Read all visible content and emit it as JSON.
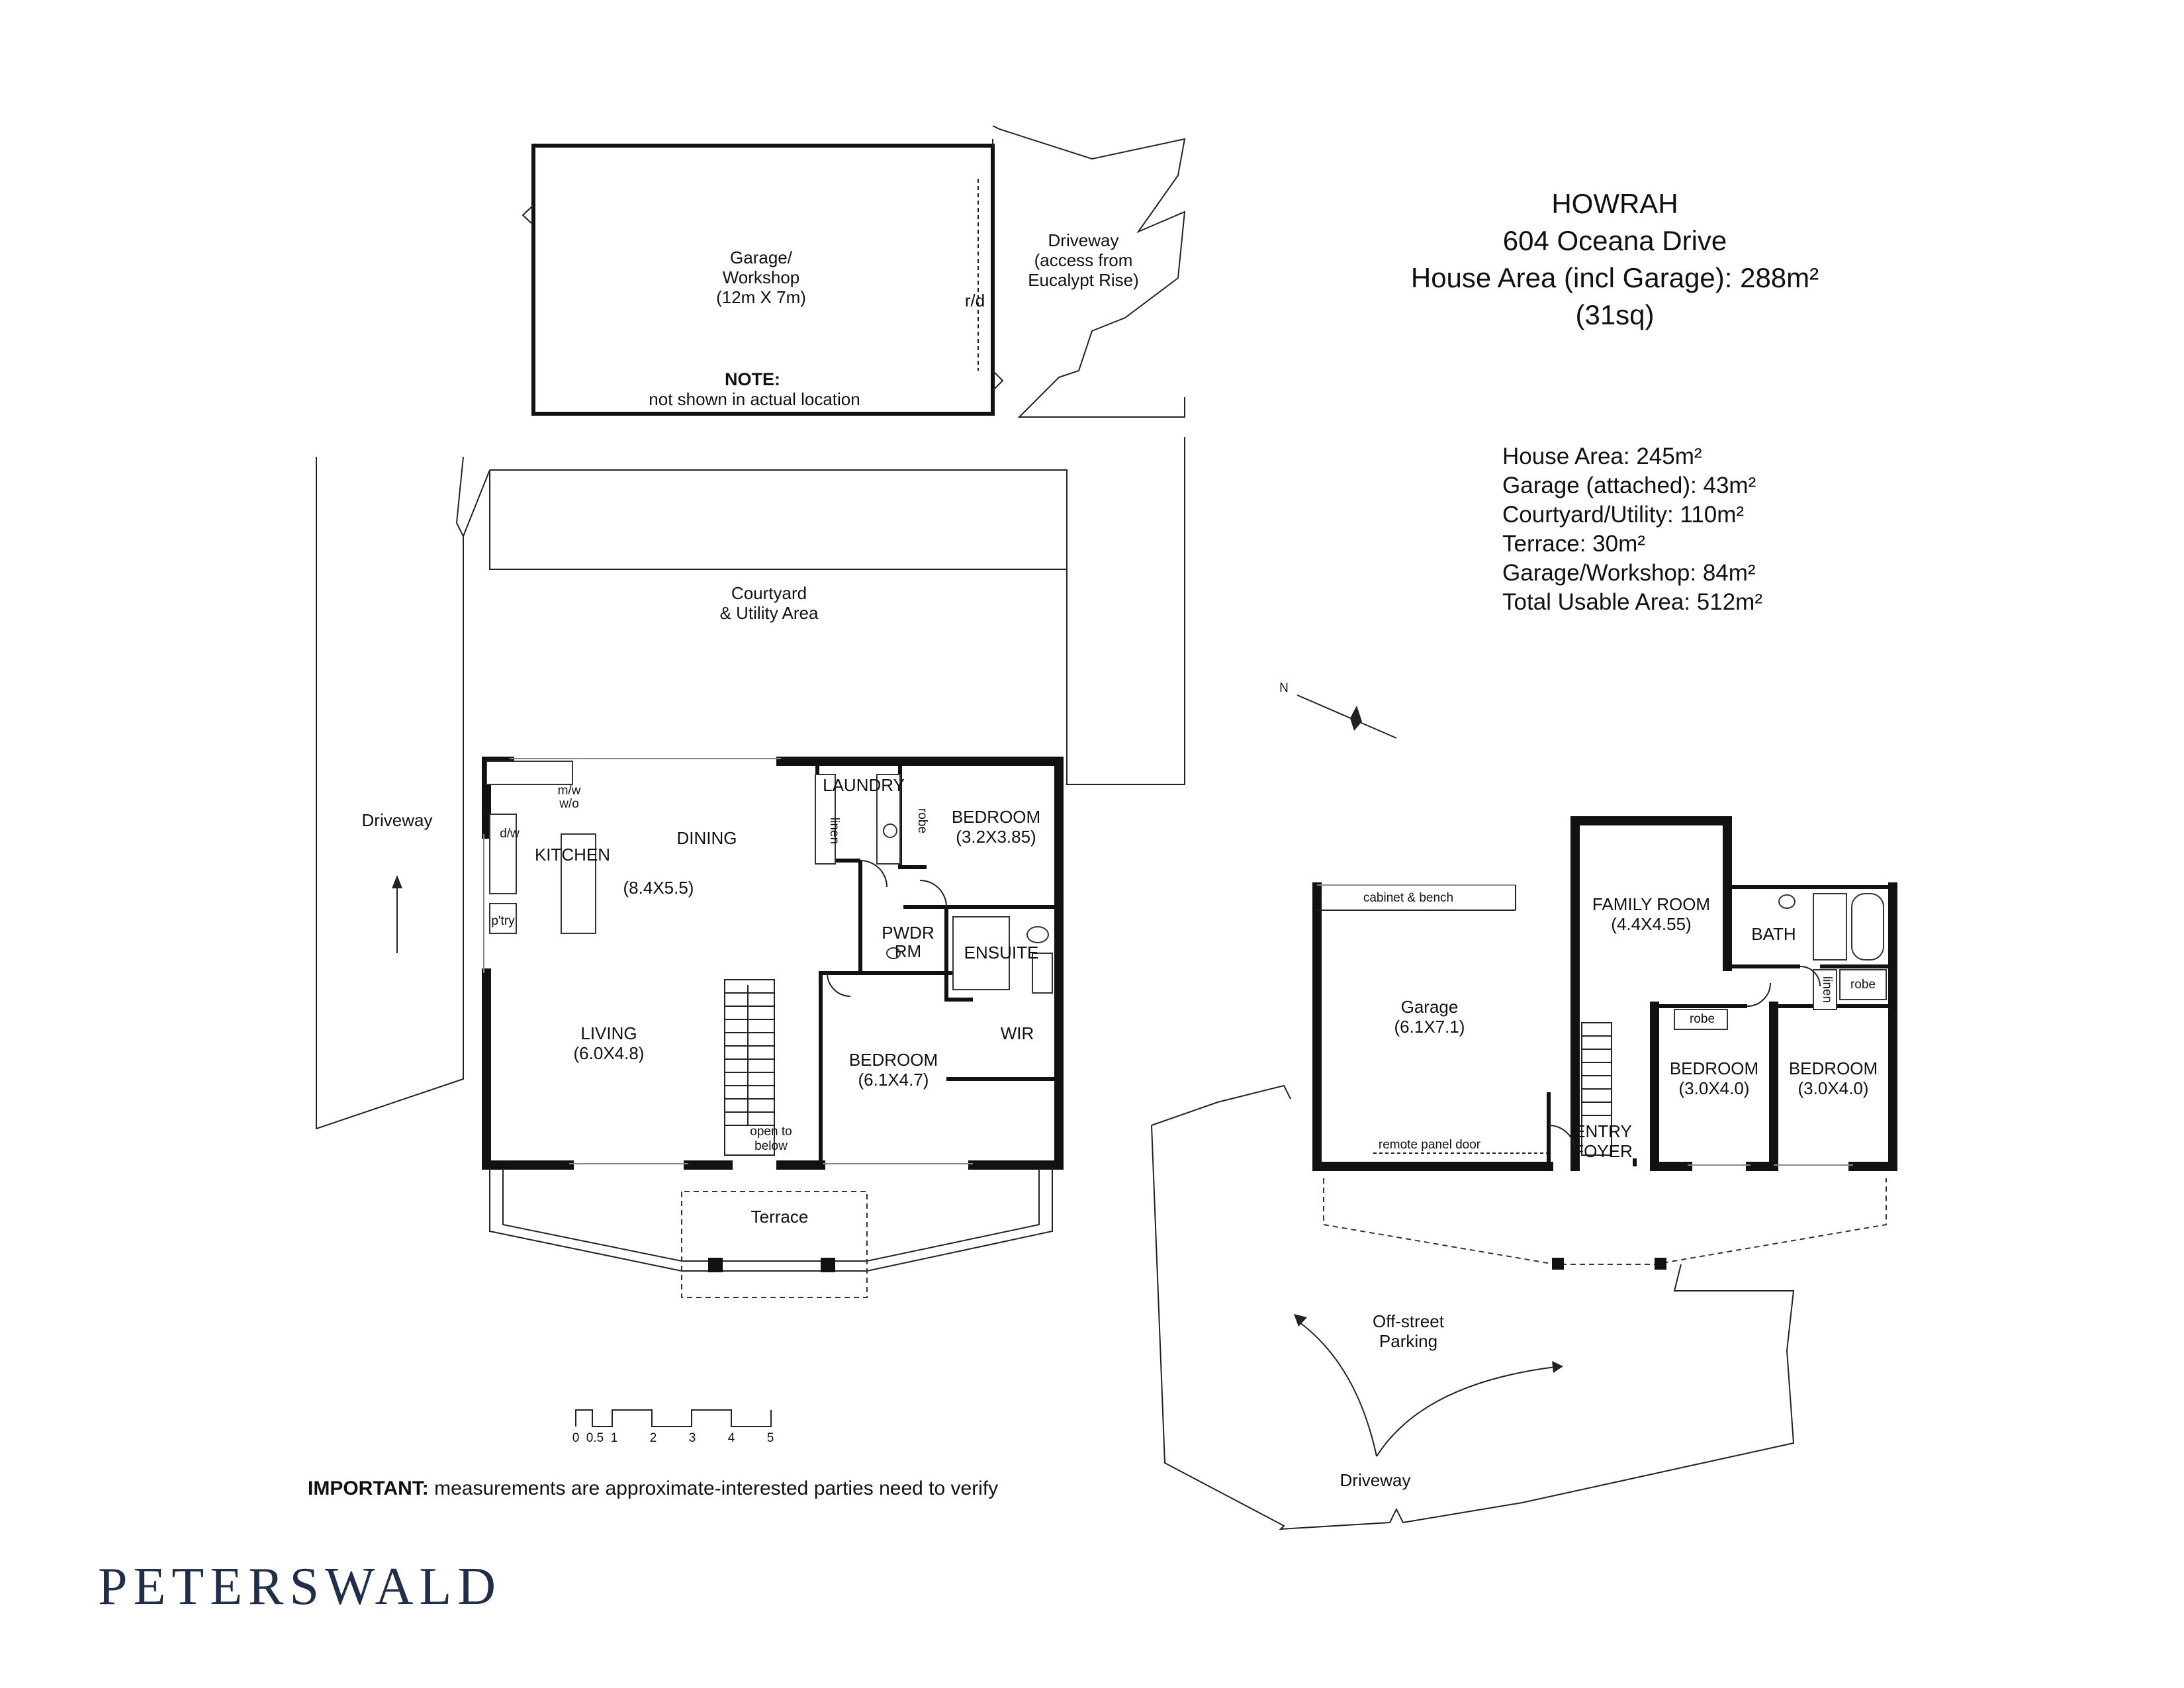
{
  "header": {
    "suburb": "HOWRAH",
    "address": "604 Oceana Drive",
    "house_area": "House Area (incl Garage): 288m²",
    "squares": "(31sq)"
  },
  "areas": [
    "House Area: 245m²",
    "Garage (attached): 43m²",
    "Courtyard/Utility: 110m²",
    "Terrace: 30m²",
    "Garage/Workshop: 84m²",
    "Total Usable Area: 512m²"
  ],
  "detached_garage": {
    "name": "Garage/",
    "name2": "Workshop",
    "size": "(12m X 7m)",
    "door": "r/d",
    "note_title": "NOTE:",
    "note_text": "not shown in actual location",
    "driveway1": "Driveway",
    "driveway2": "(access from",
    "driveway3": "Eucalypt Rise)"
  },
  "upper_floor": {
    "courtyard1": "Courtyard",
    "courtyard2": "& Utility Area",
    "driveway": "Driveway",
    "kitchen": "KITCHEN",
    "dining": "DINING",
    "dining_size": "(8.4X5.5)",
    "mw": "m/w",
    "wo": "w/o",
    "dw": "d/w",
    "ptry": "p'try",
    "laundry": "LAUNDRY",
    "linen": "linen",
    "robe": "robe",
    "bedroom1": "BEDROOM",
    "bedroom1_size": "(3.2X3.85)",
    "pwdr1": "PWDR",
    "pwdr2": "RM",
    "ensuite": "ENSUITE",
    "wir": "WIR",
    "living": "LIVING",
    "living_size": "(6.0X4.8)",
    "bedroom2": "BEDROOM",
    "bedroom2_size": "(6.1X4.7)",
    "open1": "open to",
    "open2": "below",
    "terrace": "Terrace"
  },
  "lower_floor": {
    "cabinet": "cabinet & bench",
    "garage": "Garage",
    "garage_size": "(6.1X7.1)",
    "remote": "remote panel door",
    "family": "FAMILY ROOM",
    "family_size": "(4.4X4.55)",
    "bath": "BATH",
    "linen": "linen",
    "robe_a": "robe",
    "robe_b": "robe",
    "bedroom3": "BEDROOM",
    "bedroom3_size": "(3.0X4.0)",
    "bedroom4": "BEDROOM",
    "bedroom4_size": "(3.0X4.0)",
    "entry1": "ENTRY",
    "entry2": "FOYER",
    "offstreet1": "Off-street",
    "offstreet2": "Parking",
    "driveway": "Driveway"
  },
  "compass_label": "N",
  "scale_labels": [
    "0",
    "0.5",
    "1",
    "2",
    "3",
    "4",
    "5"
  ],
  "important_label": "IMPORTANT:",
  "important_text": " measurements are approximate-interested parties need to verify",
  "brand": "PETERSWALD"
}
